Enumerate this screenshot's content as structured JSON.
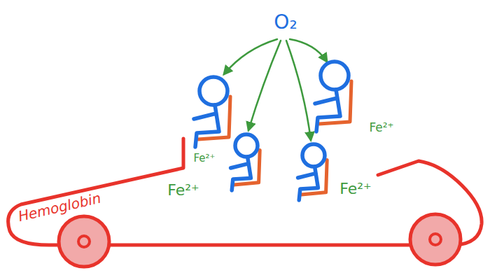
{
  "diagram": {
    "nodes": [
      {
        "text": [
          "Hemoglobin"
        ]
      }
    ],
    "labels": [
      "O₂",
      "Fe²⁺",
      "Fe²⁺",
      "Fe²⁺",
      "Fe²⁺"
    ]
  }
}
